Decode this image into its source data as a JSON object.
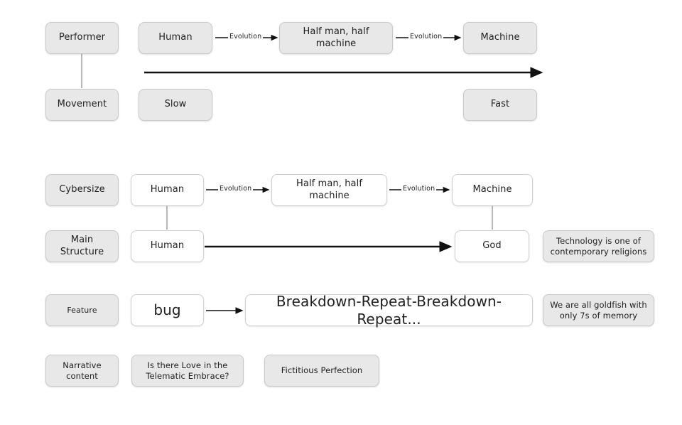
{
  "diagram": {
    "title": "Cybersize performance structure diagram",
    "background_color": "#ffffff",
    "label_box_fill": "#e8e8e8",
    "content_box_fill": "#ffffff",
    "border_color": "#c9c9c9",
    "line_color": "#111111",
    "connector_color": "#9a9a9a"
  },
  "sections": {
    "section1": {
      "row1": {
        "label": "Performer",
        "nodes": [
          {
            "text": "Human"
          },
          {
            "text": "Half man, half machine"
          },
          {
            "text": "Machine"
          }
        ],
        "edges": [
          {
            "label": "Evolution"
          },
          {
            "label": "Evolution"
          }
        ]
      },
      "row2": {
        "label": "Movement",
        "nodes": [
          {
            "text": "Slow"
          },
          {
            "text": "Fast"
          }
        ]
      }
    },
    "section2": {
      "row1": {
        "label": "Cybersize",
        "nodes": [
          {
            "text": "Human"
          },
          {
            "text": "Half man, half machine"
          },
          {
            "text": "Machine"
          }
        ],
        "edges": [
          {
            "label": "Evolution"
          },
          {
            "label": "Evolution"
          }
        ]
      },
      "row2": {
        "label": "Main Structure",
        "nodes": [
          {
            "text": "Human"
          },
          {
            "text": "God"
          }
        ],
        "note": "Technology is one of contemporary religions"
      }
    },
    "section3": {
      "row1": {
        "label": "Feature",
        "nodes": [
          {
            "text": "bug"
          },
          {
            "text": "Breakdown-Repeat-Breakdown- Repeat..."
          }
        ],
        "note": "We are all goldfish with only 7s of memory"
      }
    },
    "section4": {
      "row1": {
        "label": "Narrative content",
        "nodes": [
          {
            "text": "Is there Love in the Telematic Embrace?"
          },
          {
            "text": "Fictitious Perfection"
          }
        ]
      }
    }
  }
}
